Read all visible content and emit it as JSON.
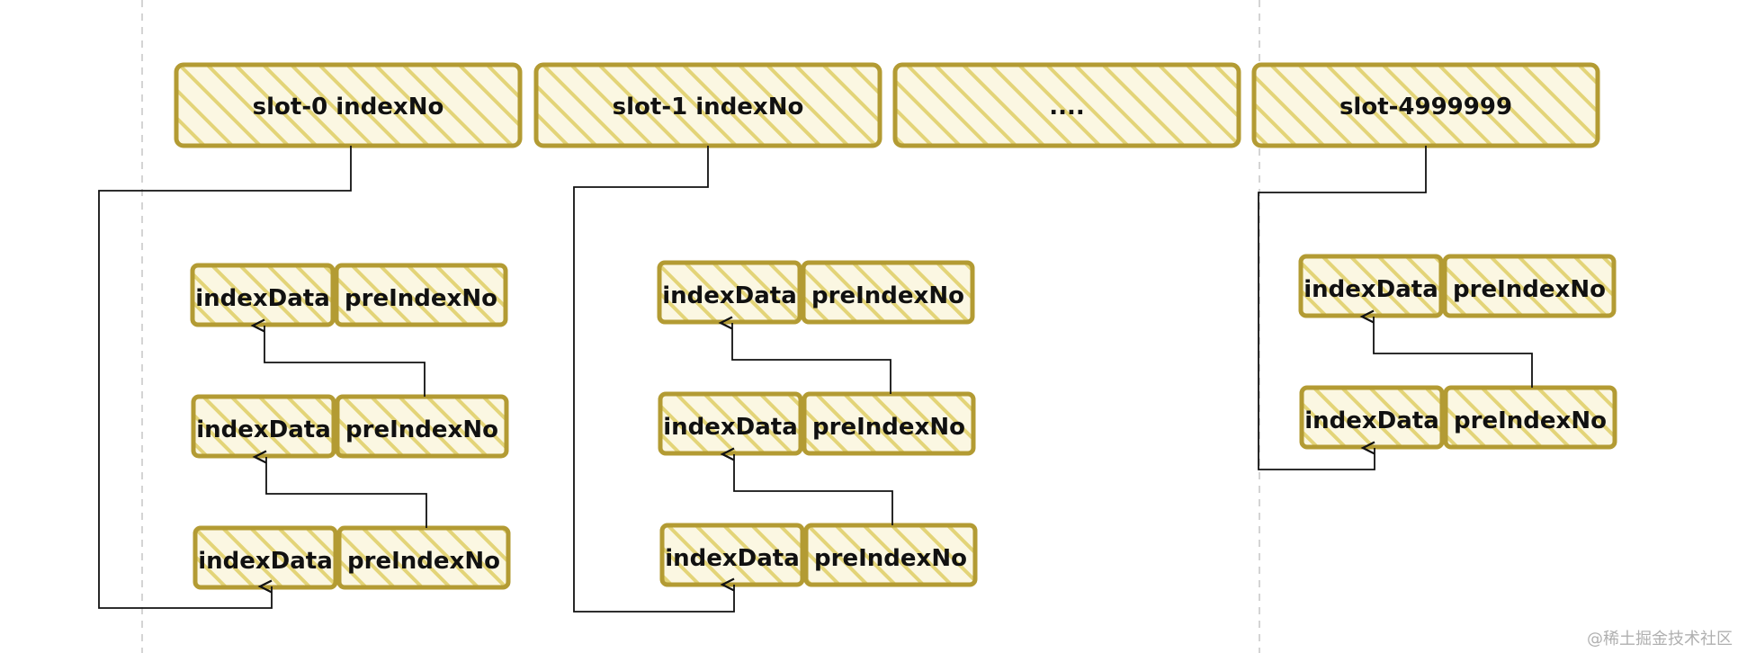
{
  "slots": [
    {
      "label": "slot-0 indexNo"
    },
    {
      "label": "slot-1 indexNo"
    },
    {
      "label": "...."
    },
    {
      "label": "slot-4999999"
    }
  ],
  "columns": [
    {
      "rows": [
        {
          "left": "indexData",
          "right": "preIndexNo"
        },
        {
          "left": "indexData",
          "right": "preIndexNo"
        },
        {
          "left": "indexData",
          "right": "preIndexNo"
        }
      ]
    },
    {
      "rows": [
        {
          "left": "indexData",
          "right": "preIndexNo"
        },
        {
          "left": "indexData",
          "right": "preIndexNo"
        },
        {
          "left": "indexData",
          "right": "preIndexNo"
        }
      ]
    },
    {
      "rows": [
        {
          "left": "indexData",
          "right": "preIndexNo"
        },
        {
          "left": "indexData",
          "right": "preIndexNo"
        }
      ]
    }
  ],
  "watermark": "@稀土掘金技术社区",
  "colors": {
    "box_stroke": "#b39b33",
    "hatch": "#e2d27a",
    "fill": "#fbf6dd"
  }
}
